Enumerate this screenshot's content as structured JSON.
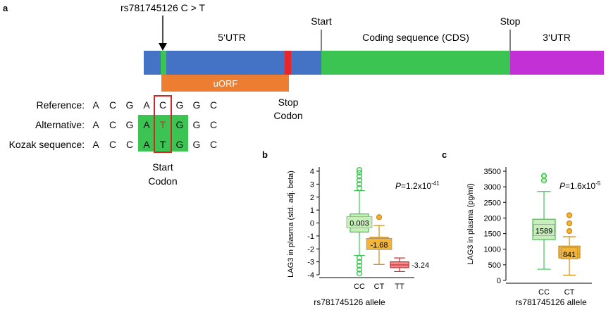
{
  "panel_a": {
    "label": "a",
    "variant": "rs781745126 C > T",
    "start": "Start",
    "stop": "Stop",
    "utr5": "5‘UTR",
    "cds": "Coding sequence (CDS)",
    "utr3": "3‘UTR",
    "uorf": "uORF",
    "stop_codon": [
      "Stop",
      "Codon"
    ],
    "start_codon": [
      "Start",
      "Codon"
    ],
    "rows": [
      {
        "label": "Reference:",
        "bases": [
          "A",
          "C",
          "G",
          "A",
          "C",
          "G",
          "G",
          "C"
        ]
      },
      {
        "label": "Alternative:",
        "bases": [
          "A",
          "C",
          "G",
          "A",
          "T",
          "G",
          "G",
          "C"
        ]
      },
      {
        "label": "Kozak sequence:",
        "bases": [
          "A",
          "C",
          "C",
          "A",
          "T",
          "G",
          "G",
          "C"
        ]
      }
    ],
    "colors": {
      "utr": "#4472C4",
      "cds": "#3CC452",
      "utr3": "#C330D6",
      "uorf": "#ED7D31",
      "stop_mark": "#E8262A",
      "start_mark": "#3CC452",
      "highlight": "#3CC452",
      "box": "#D62728",
      "mut": "#D62728"
    }
  },
  "panel_b": {
    "label": "b",
    "pvalue_base": "P=1.2x10",
    "pvalue_exp": "-41",
    "chart_data": {
      "type": "box",
      "ylabel": "LAG3 in plasma (std. adj. beta)",
      "xlabel": "rs781745126 allele",
      "ylim": [
        -4,
        4
      ],
      "yticks": [
        "-4",
        "-3",
        "-2",
        "-1",
        "0",
        "1",
        "2",
        "3",
        "4"
      ],
      "categories": [
        "CC",
        "CT",
        "TT"
      ],
      "boxes": [
        {
          "name": "CC",
          "q1": -0.7,
          "median": 0.003,
          "q3": 0.7,
          "whisker_low": -2.5,
          "whisker_high": 2.5,
          "outliers": [
            2.7,
            3.0,
            3.3,
            3.6,
            3.9,
            4.1,
            -2.7,
            -3.0,
            -3.3,
            -3.6,
            -3.9
          ],
          "label": "0.003",
          "fill": "#C6EFB9",
          "stroke": "#3CC452"
        },
        {
          "name": "CT",
          "q1": -2.0,
          "median": -1.68,
          "q3": -1.1,
          "whisker_low": -3.2,
          "whisker_high": -0.2,
          "outliers": [
            0.45
          ],
          "label": "-1.68",
          "fill": "#F2B53A",
          "stroke": "#D08A10"
        },
        {
          "name": "TT",
          "q1": -3.45,
          "median": -3.24,
          "q3": -3.0,
          "whisker_low": -3.75,
          "whisker_high": -2.7,
          "outliers": [],
          "label": "-3.24",
          "fill": "#F28B8B",
          "stroke": "#D62728"
        }
      ]
    }
  },
  "panel_c": {
    "label": "c",
    "pvalue_base": "P=1.6x10",
    "pvalue_exp": "-5",
    "chart_data": {
      "type": "box",
      "ylabel": "LAG3 in plasma (pg/ml)",
      "xlabel": "rs781745126 allele",
      "ylim": [
        0,
        3500
      ],
      "yticks": [
        "0",
        "500",
        "1000",
        "1500",
        "2000",
        "2500",
        "3000",
        "3500"
      ],
      "categories": [
        "CC",
        "CT"
      ],
      "boxes": [
        {
          "name": "CC",
          "q1": 1310,
          "median": 1589,
          "q3": 1960,
          "whisker_low": 360,
          "whisker_high": 2850,
          "outliers": [
            3200,
            3350
          ],
          "label": "1589",
          "fill": "#C6EFB9",
          "stroke": "#3CC452"
        },
        {
          "name": "CT",
          "q1": 720,
          "median": 841,
          "q3": 1100,
          "whisker_low": 170,
          "whisker_high": 1400,
          "outliers": [
            1580,
            1830,
            2090
          ],
          "label": "841",
          "fill": "#F2B53A",
          "stroke": "#D08A10"
        }
      ]
    }
  }
}
